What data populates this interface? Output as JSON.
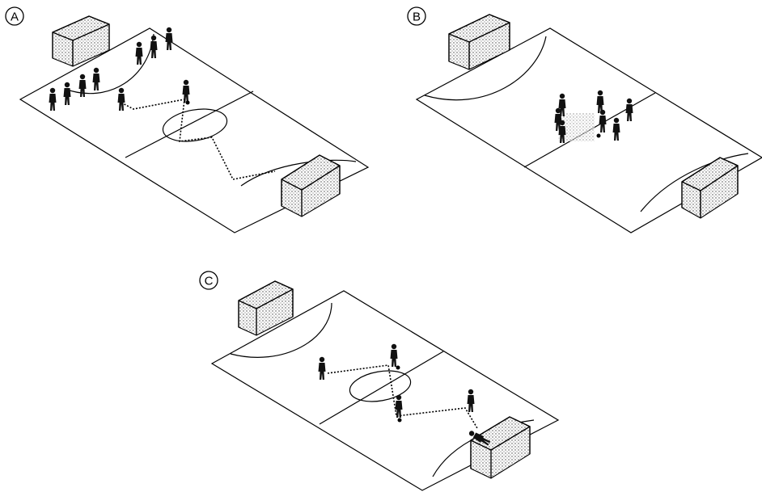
{
  "panels": [
    {
      "id": "A",
      "label": "A"
    },
    {
      "id": "B",
      "label": "B"
    },
    {
      "id": "C",
      "label": "C"
    }
  ],
  "colors": {
    "line": "#000000",
    "background": "#ffffff",
    "player": "#111111"
  }
}
